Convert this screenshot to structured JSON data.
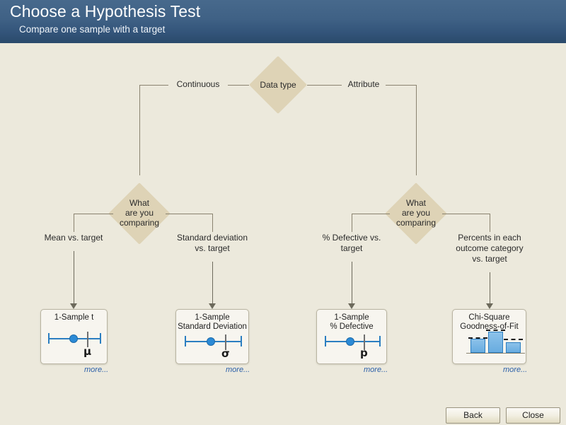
{
  "header": {
    "title": "Choose a Hypothesis Test",
    "subtitle": "Compare one sample with a target"
  },
  "flow": {
    "root": {
      "label": "Data type",
      "left_branch_label": "Continuous",
      "right_branch_label": "Attribute"
    },
    "left_decision": {
      "line1": "What",
      "line2": "are you",
      "line3": "comparing",
      "left_branch_label": "Mean vs. target",
      "right_branch_label_line1": "Standard deviation",
      "right_branch_label_line2": "vs. target"
    },
    "right_decision": {
      "line1": "What",
      "line2": "are you",
      "line3": "comparing",
      "left_branch_label_line1": "% Defective vs.",
      "left_branch_label_line2": "target",
      "right_branch_label_line1": "Percents in each",
      "right_branch_label_line2": "outcome category",
      "right_branch_label_line3": "vs. target"
    }
  },
  "cards": [
    {
      "title_line1": "1-Sample t",
      "title_line2": "",
      "symbol": "μ",
      "graphic": "interval-plot",
      "more_label": "more..."
    },
    {
      "title_line1": "1-Sample",
      "title_line2": "Standard Deviation",
      "symbol": "σ",
      "graphic": "interval-plot",
      "more_label": "more..."
    },
    {
      "title_line1": "1-Sample",
      "title_line2": "% Defective",
      "symbol": "p",
      "graphic": "interval-plot",
      "more_label": "more..."
    },
    {
      "title_line1": "Chi-Square",
      "title_line2": "Goodness-of-Fit",
      "symbol": "",
      "graphic": "bar-chart",
      "more_label": "more..."
    }
  ],
  "footer": {
    "back_label": "Back",
    "close_label": "Close"
  },
  "colors": {
    "header_top": "#47698c",
    "header_bottom": "#2a4a6b",
    "canvas_bg": "#ece9dc",
    "diamond_fill": "#ded3b6",
    "connector": "#8a8370",
    "accent_blue": "#2b8ad6",
    "link_blue": "#2b5fa8"
  }
}
